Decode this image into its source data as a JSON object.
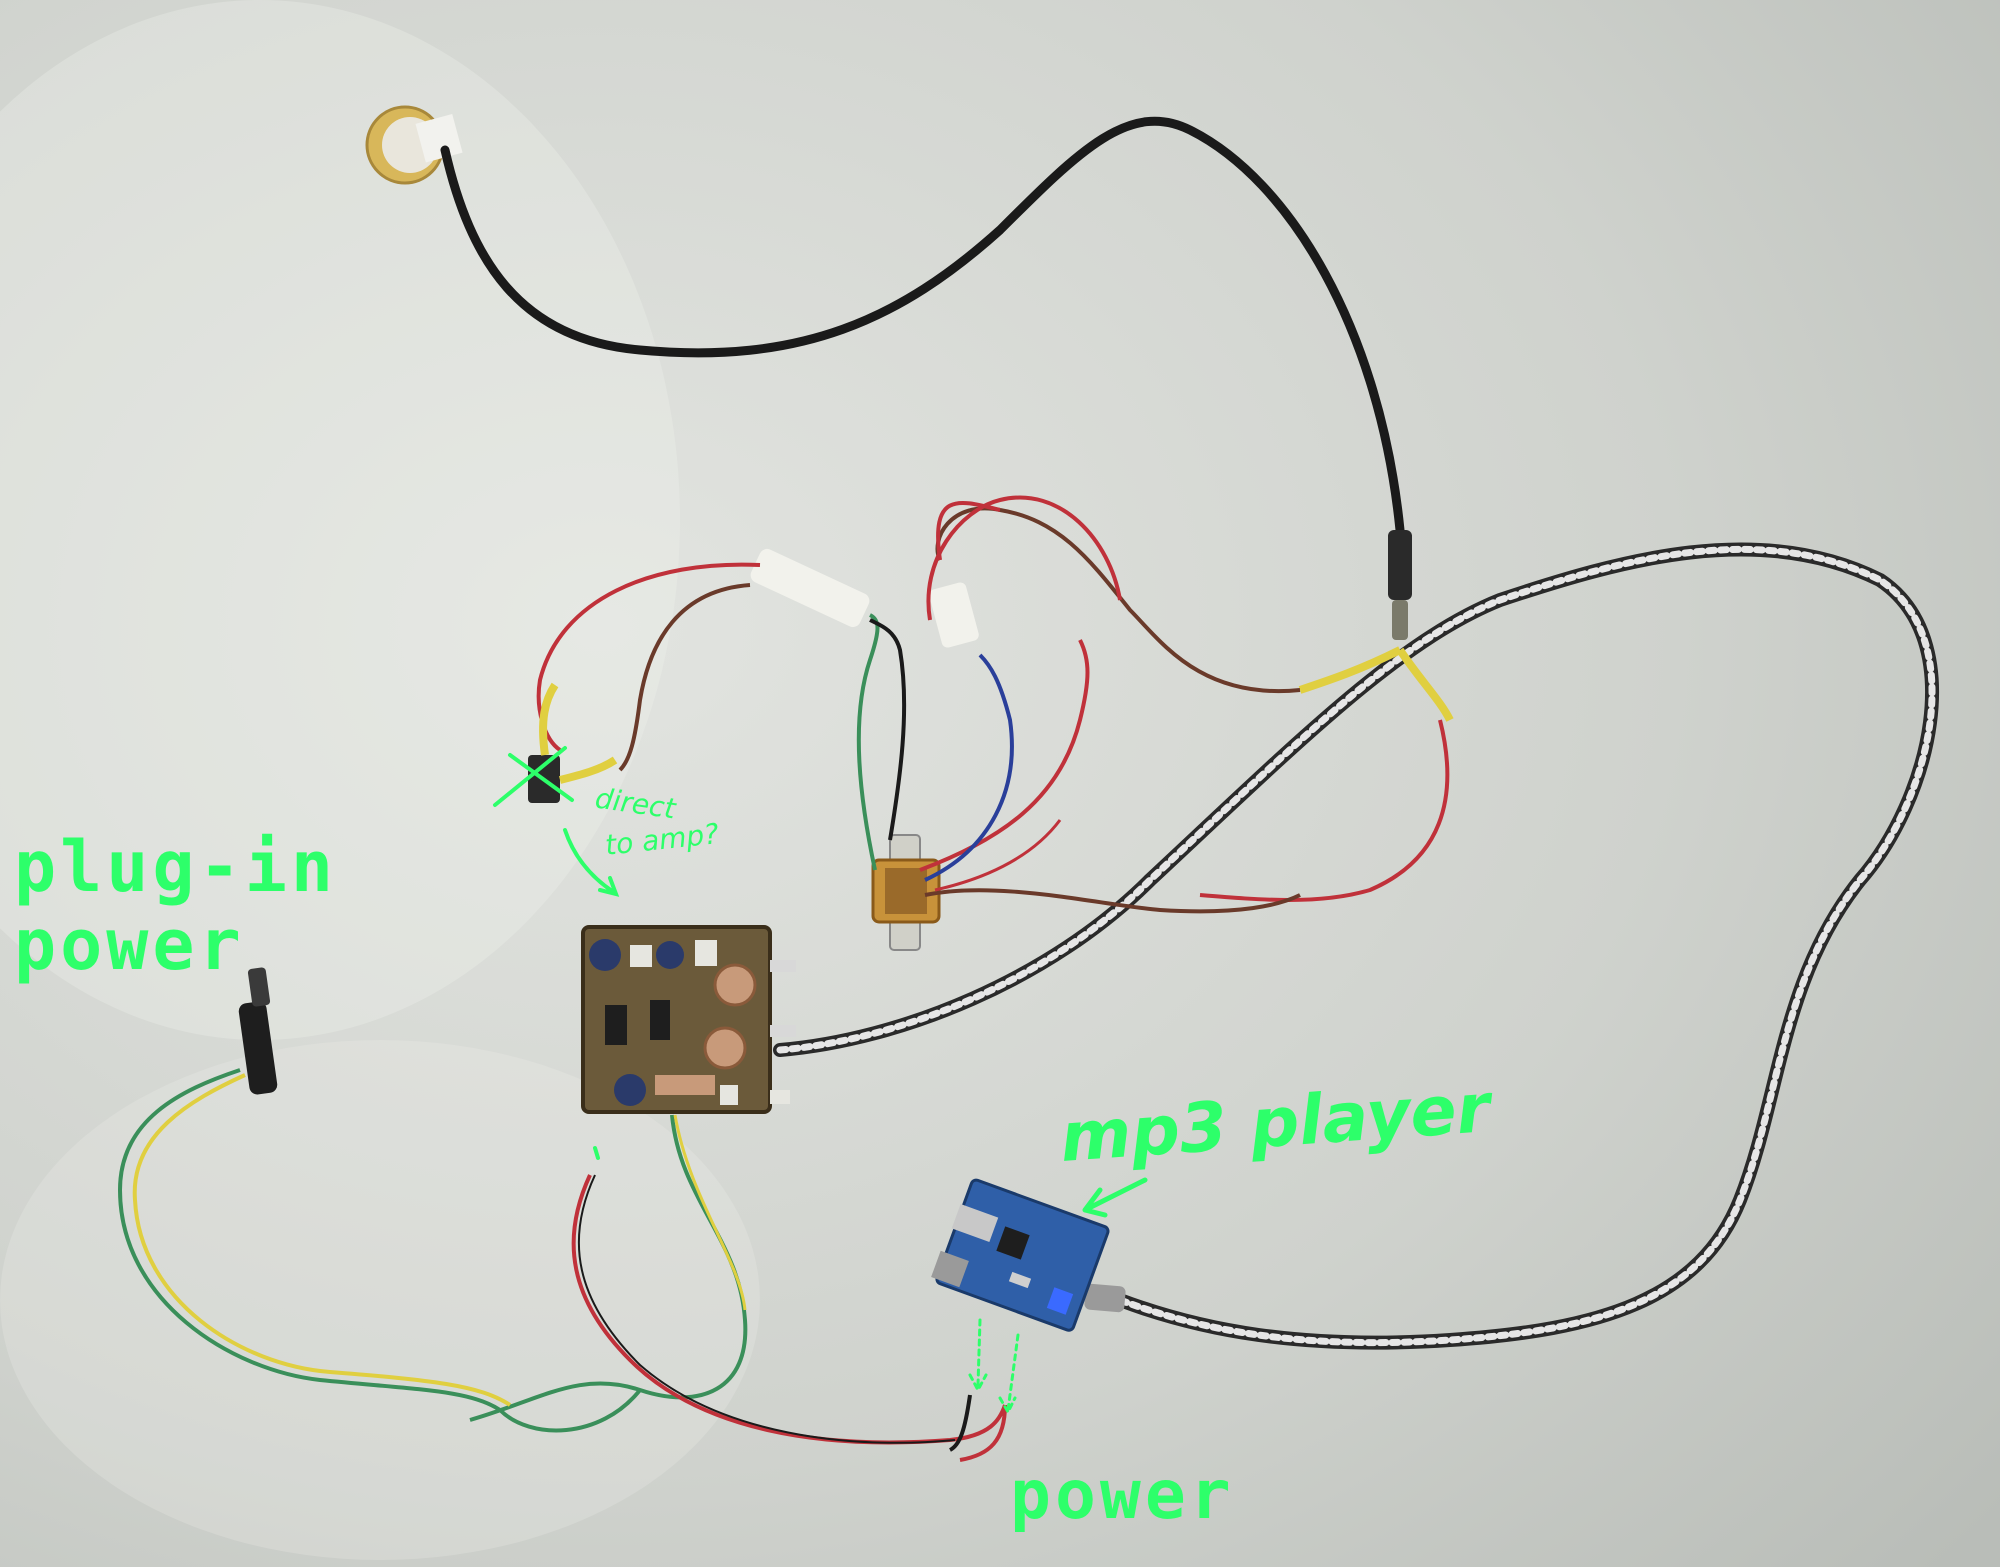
{
  "annotations": {
    "plugin_power_line1": "plug-in",
    "plugin_power_line2": "power",
    "direct_line1": "direct",
    "direct_line2": "to amp?",
    "mp3_player": "mp3 player",
    "power": "power"
  },
  "colors": {
    "floor": "#c9ccc7",
    "annotation": "#2dff6a",
    "pcb": "#6b5a3a",
    "mp3_board": "#2f5fa8",
    "wire_black": "#1a1a1a",
    "wire_red": "#c0313a",
    "wire_green": "#3a8f5a",
    "wire_yellow": "#e0cf40",
    "wire_blue": "#2a3f9a",
    "wire_brown": "#6a3a2a",
    "braided_cable": "#8a8a8a",
    "piezo_disc": "#d8b75a"
  },
  "icons": {
    "x_mark": "x-mark-icon",
    "arrow": "arrow-icon"
  }
}
